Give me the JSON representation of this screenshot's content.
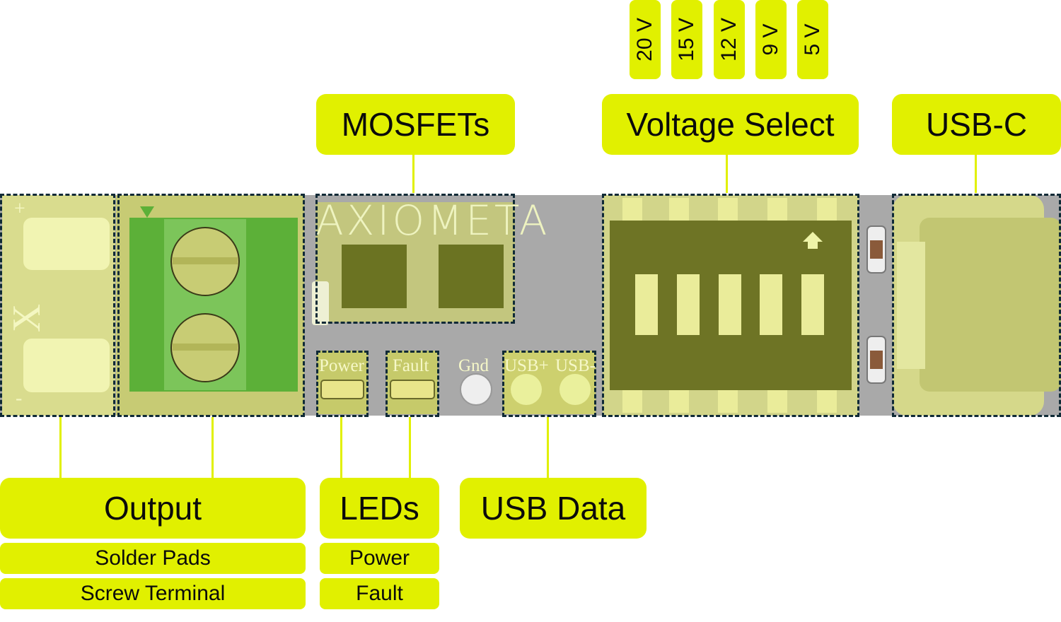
{
  "board": {
    "logo": "AXIOMETA",
    "silk_plus": "+",
    "silk_minus": "-",
    "silk_mark": "X",
    "pads": [
      "Power",
      "Fault",
      "Gnd",
      "USB+",
      "USB-"
    ]
  },
  "top_labels": {
    "mosfets": "MOSFETs",
    "voltage_select": "Voltage Select",
    "usbc": "USB-C"
  },
  "voltages": [
    "20 V",
    "15 V",
    "12 V",
    "9 V",
    "5 V"
  ],
  "bottom_labels": {
    "output": {
      "title": "Output",
      "items": [
        "Solder Pads",
        "Screw Terminal"
      ]
    },
    "leds": {
      "title": "LEDs",
      "items": [
        "Power",
        "Fault"
      ]
    },
    "usb_data": {
      "title": "USB Data"
    }
  },
  "colors": {
    "accent": "#e1f000",
    "pcb_base": "#a9a9a9",
    "dashed_outline": "#0f2a36",
    "screw_terminal": "#5cb038"
  }
}
